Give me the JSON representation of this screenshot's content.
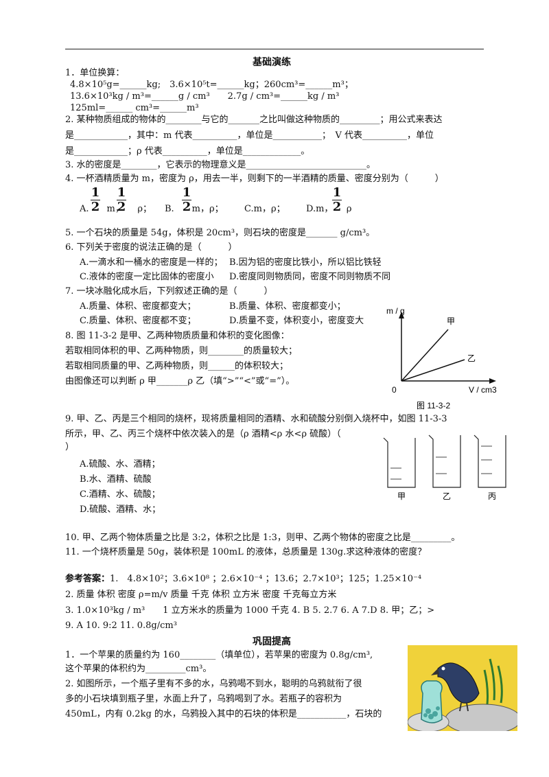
{
  "section1": {
    "title": "基础演练",
    "q1": {
      "stem": "1．单位换算：",
      "line1": "4.8×10⁵g=______kg;　3.6×10⁵t=______kg；260cm³=______m³；",
      "line2": "13.6×10³kg / m³=______g / cm³　　2.7g / cm³=______kg / m³",
      "line3": "125ml=______ cm³=______m³"
    },
    "q2": {
      "line1": "2.  某种物质组成的物体的________与它的_______之比叫做这种物质的_________；用公式来表达",
      "line2": "是____________，其中：m 代表__________，单位是___________；　V 代表__________，单位",
      "line3": "是____________；ρ 代表__________，单位是_____________。"
    },
    "q3": "3.  水的密度是________，它表示的物理意义是___________________________。",
    "q4": {
      "stem": "4.  一杯酒精质量为 m，密度为 ρ，用去一半，则剩下的一半酒精的质量、密度分别为（　　　）",
      "fraction_numerator": "1",
      "fraction_denominator": "2",
      "optA": "A.　　m，　　ρ；",
      "optB": "B.　　m，ρ；",
      "optC": "C.m，ρ；",
      "optD": "D.m，　　ρ"
    },
    "q5": "5.  一个石块的质量是 54g，体积是 20cm³，则石块的密度是_______ g/cm³。",
    "q6": {
      "stem": "6.  下列关于密度的说法正确的是（　　　）",
      "optA": "A.一滴水和一桶水的密度是一样的；",
      "optB": "B.因为铝的密度比铁小，所以铝比铁轻",
      "optC": "C.液体的密度一定比固体的密度小",
      "optD": "D.密度同则物质同，密度不同则物质不同"
    },
    "q7": {
      "stem": "7.  一块冰融化成水后，下列叙述正确的是（　　　）",
      "optA": "A.质量、体积、密度都变大；",
      "optB": "B.质量、体积、密度都变小；",
      "optC": "C.质量、体积、密度都不变；",
      "optD": "D.质量不变，体积变小，密度变大"
    },
    "q8": {
      "line1": "8.  图 11-3-2 是甲、乙两种物质质量和体积的变化图像：",
      "line2": "若取相同体积的甲、乙两种物质，则________的质量较大；",
      "line3": "若取相同质量的甲、乙两种物质，则______的体积较大；",
      "line4": "由图像还可以判断 ρ 甲_______ρ 乙（填“>”“<”或“=”）。"
    },
    "graph": {
      "ylabel": "m / g",
      "xlabel": "V / cm3",
      "origin": "0",
      "line1": "甲",
      "line2": "乙",
      "caption": "图 11-3-2"
    },
    "q9": {
      "line1": "9.  甲、乙、丙是三个相同的烧杯，现将质量相同的酒精、水和硫酸分别倒入烧杯中，如图 11-3-3",
      "line2": "所示，甲、乙、丙三个烧杯中依次装入的是（ρ 酒精<ρ 水<ρ 硫酸）（",
      "line3": "）",
      "optA": "A.硫酸、水、酒精；",
      "optB": "B.水、酒精、硫酸",
      "optC": "C.酒精、水、硫酸；",
      "optD": "D.硫酸、酒精、水；",
      "beakers": [
        "甲",
        "乙",
        "丙"
      ]
    },
    "q10": "10.  甲、乙两个物体质量之比是 3:2，体积之比是 1:3，则甲、乙两个物体的密度之比是_________。",
    "q11": "11.  一个烧杯质量是 50g，装体积是 100mL 的液体，总质量是 130g.求这种液体的密度？"
  },
  "answers": {
    "label": "参考答案：",
    "line1": "1.　4.8×10²；3.6×10⁸ ；2.6×10⁻⁴ ；13.6；2.7×10³；125；1.25×10⁻⁴",
    "line2": "2. 质量  体积  密度  ρ=m/v   质量   千克   体积   立方米   密度   千克每立方米",
    "line3": "3. 1.0×10³kg / m³　　1 立方米水的质量为 1000 千克   4. B    5. 2.7   6. A   7.D   8. 甲；乙；>",
    "line4": "9.  A   10.  9:2   11.  0.8g/cm³"
  },
  "section2": {
    "title": "巩固提高",
    "q1_line1": "1．一个苹果的质量约为 160________（填单位），若苹果的密度为 0.8g/cm³,",
    "q1_line2": "这个苹果的体积约为_________cm³。",
    "q2_line1": "2.  如图所示，一个瓶子里有不多的水，乌鸦喝不到水，聪明的乌鸦就衔了很",
    "q2_line2": "多的小石块填到瓶子里，水面上升了，乌鸦喝到了水。若瓶子的容积为",
    "q2_line3": "450mL，内有 0.2kg 的水，乌鸦投入其中的石块的体积是___________，石块的"
  }
}
